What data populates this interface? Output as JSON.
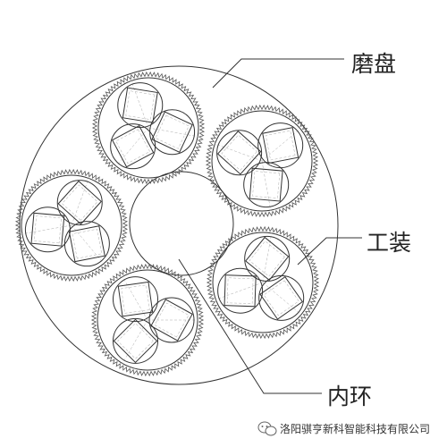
{
  "labels": {
    "grinding_disc": "磨盘",
    "fixture": "工装",
    "inner_ring": "内环"
  },
  "watermark": {
    "text": "洛阳骐亨新科智能科技有限公司"
  },
  "colors": {
    "stroke": "#333333",
    "background": "#ffffff"
  },
  "icons": [
    "wechat-icon"
  ]
}
